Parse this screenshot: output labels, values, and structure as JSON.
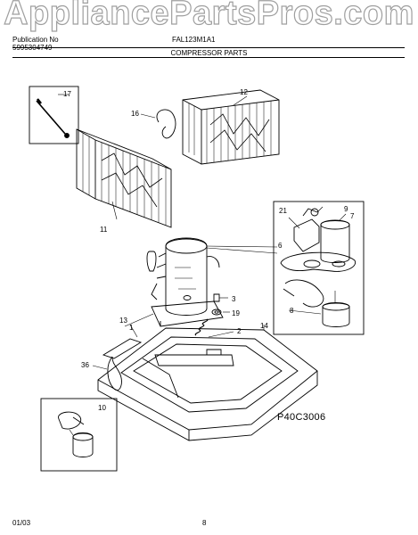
{
  "watermark": "AppliancePartsPros.com",
  "header": {
    "publication_label": "Publication No",
    "publication_number": "5995304749",
    "model": "FAL123M1A1",
    "section_title": "COMPRESSOR PARTS"
  },
  "diagram_code": "P40C3006",
  "footer": {
    "date": "01/03",
    "page": "8"
  },
  "callouts": [
    "17",
    "12",
    "16",
    "11",
    "21",
    "9",
    "7",
    "6",
    "3",
    "19",
    "8",
    "13",
    "1",
    "2",
    "14",
    "36",
    "10"
  ],
  "colors": {
    "line": "#000000",
    "watermark_stroke": "#9a9a9a"
  }
}
